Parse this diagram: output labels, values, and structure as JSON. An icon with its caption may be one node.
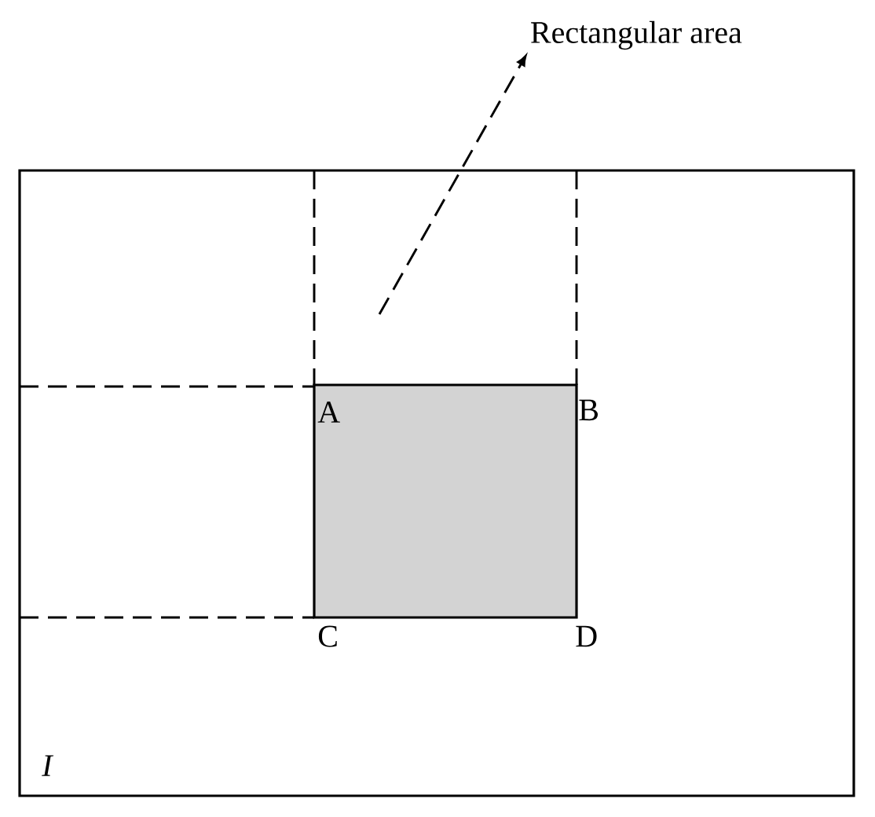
{
  "diagram": {
    "nodes": [
      {
        "text": [
          "I"
        ]
      },
      {
        "text": [
          "A"
        ],
        "in": 0,
        "beside": [
          "B",
          "C",
          "D"
        ]
      },
      {
        "text": [
          "Rectangular area"
        ]
      }
    ],
    "edges": [
      {
        "from": null,
        "to": 2,
        "arrow": "to",
        "style": "dashed"
      }
    ]
  }
}
